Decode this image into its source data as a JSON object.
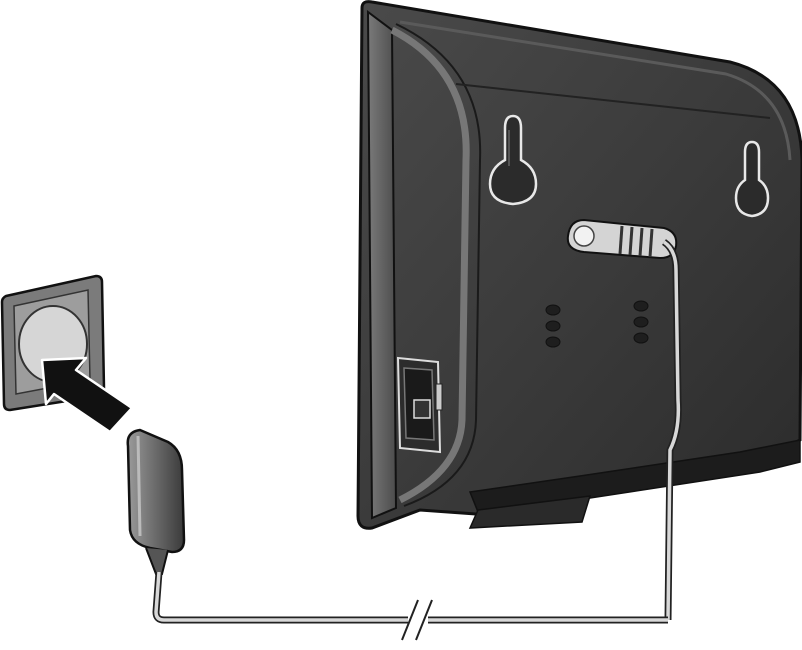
{
  "diagram": {
    "description_labels": [],
    "parts": [
      {
        "id": "wall-socket",
        "icon": "wall-socket-icon"
      },
      {
        "id": "insert-arrow",
        "icon": "arrow-icon"
      },
      {
        "id": "power-plug",
        "icon": "plug-icon"
      },
      {
        "id": "power-cable",
        "icon": "cable-icon"
      },
      {
        "id": "base-station",
        "icon": "base-station-icon"
      }
    ],
    "colors": {
      "device_body": "#3a3a3a",
      "device_edge": "#1e1e1e",
      "device_highlight": "#6c6c6c",
      "socket_frame": "#7d7d7d",
      "socket_center": "#d8d8d8",
      "cable": "#bfbfbf",
      "arrow": "#111111"
    }
  }
}
